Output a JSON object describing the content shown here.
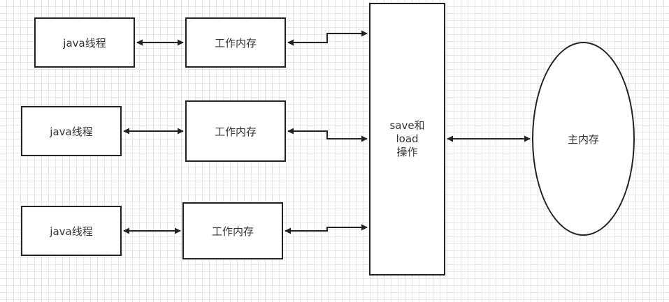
{
  "threads": [
    {
      "label": "java线程",
      "memory_label": "工作内存"
    },
    {
      "label": "java线程",
      "memory_label": "工作内存"
    },
    {
      "label": "java线程",
      "memory_label": "工作内存"
    }
  ],
  "bus": {
    "line1": "save和",
    "line2": "load",
    "line3": "操作"
  },
  "main_memory": {
    "label": "主内存"
  },
  "colors": {
    "stroke": "#222222",
    "grid": "#e6e6e6",
    "text": "#333333"
  }
}
